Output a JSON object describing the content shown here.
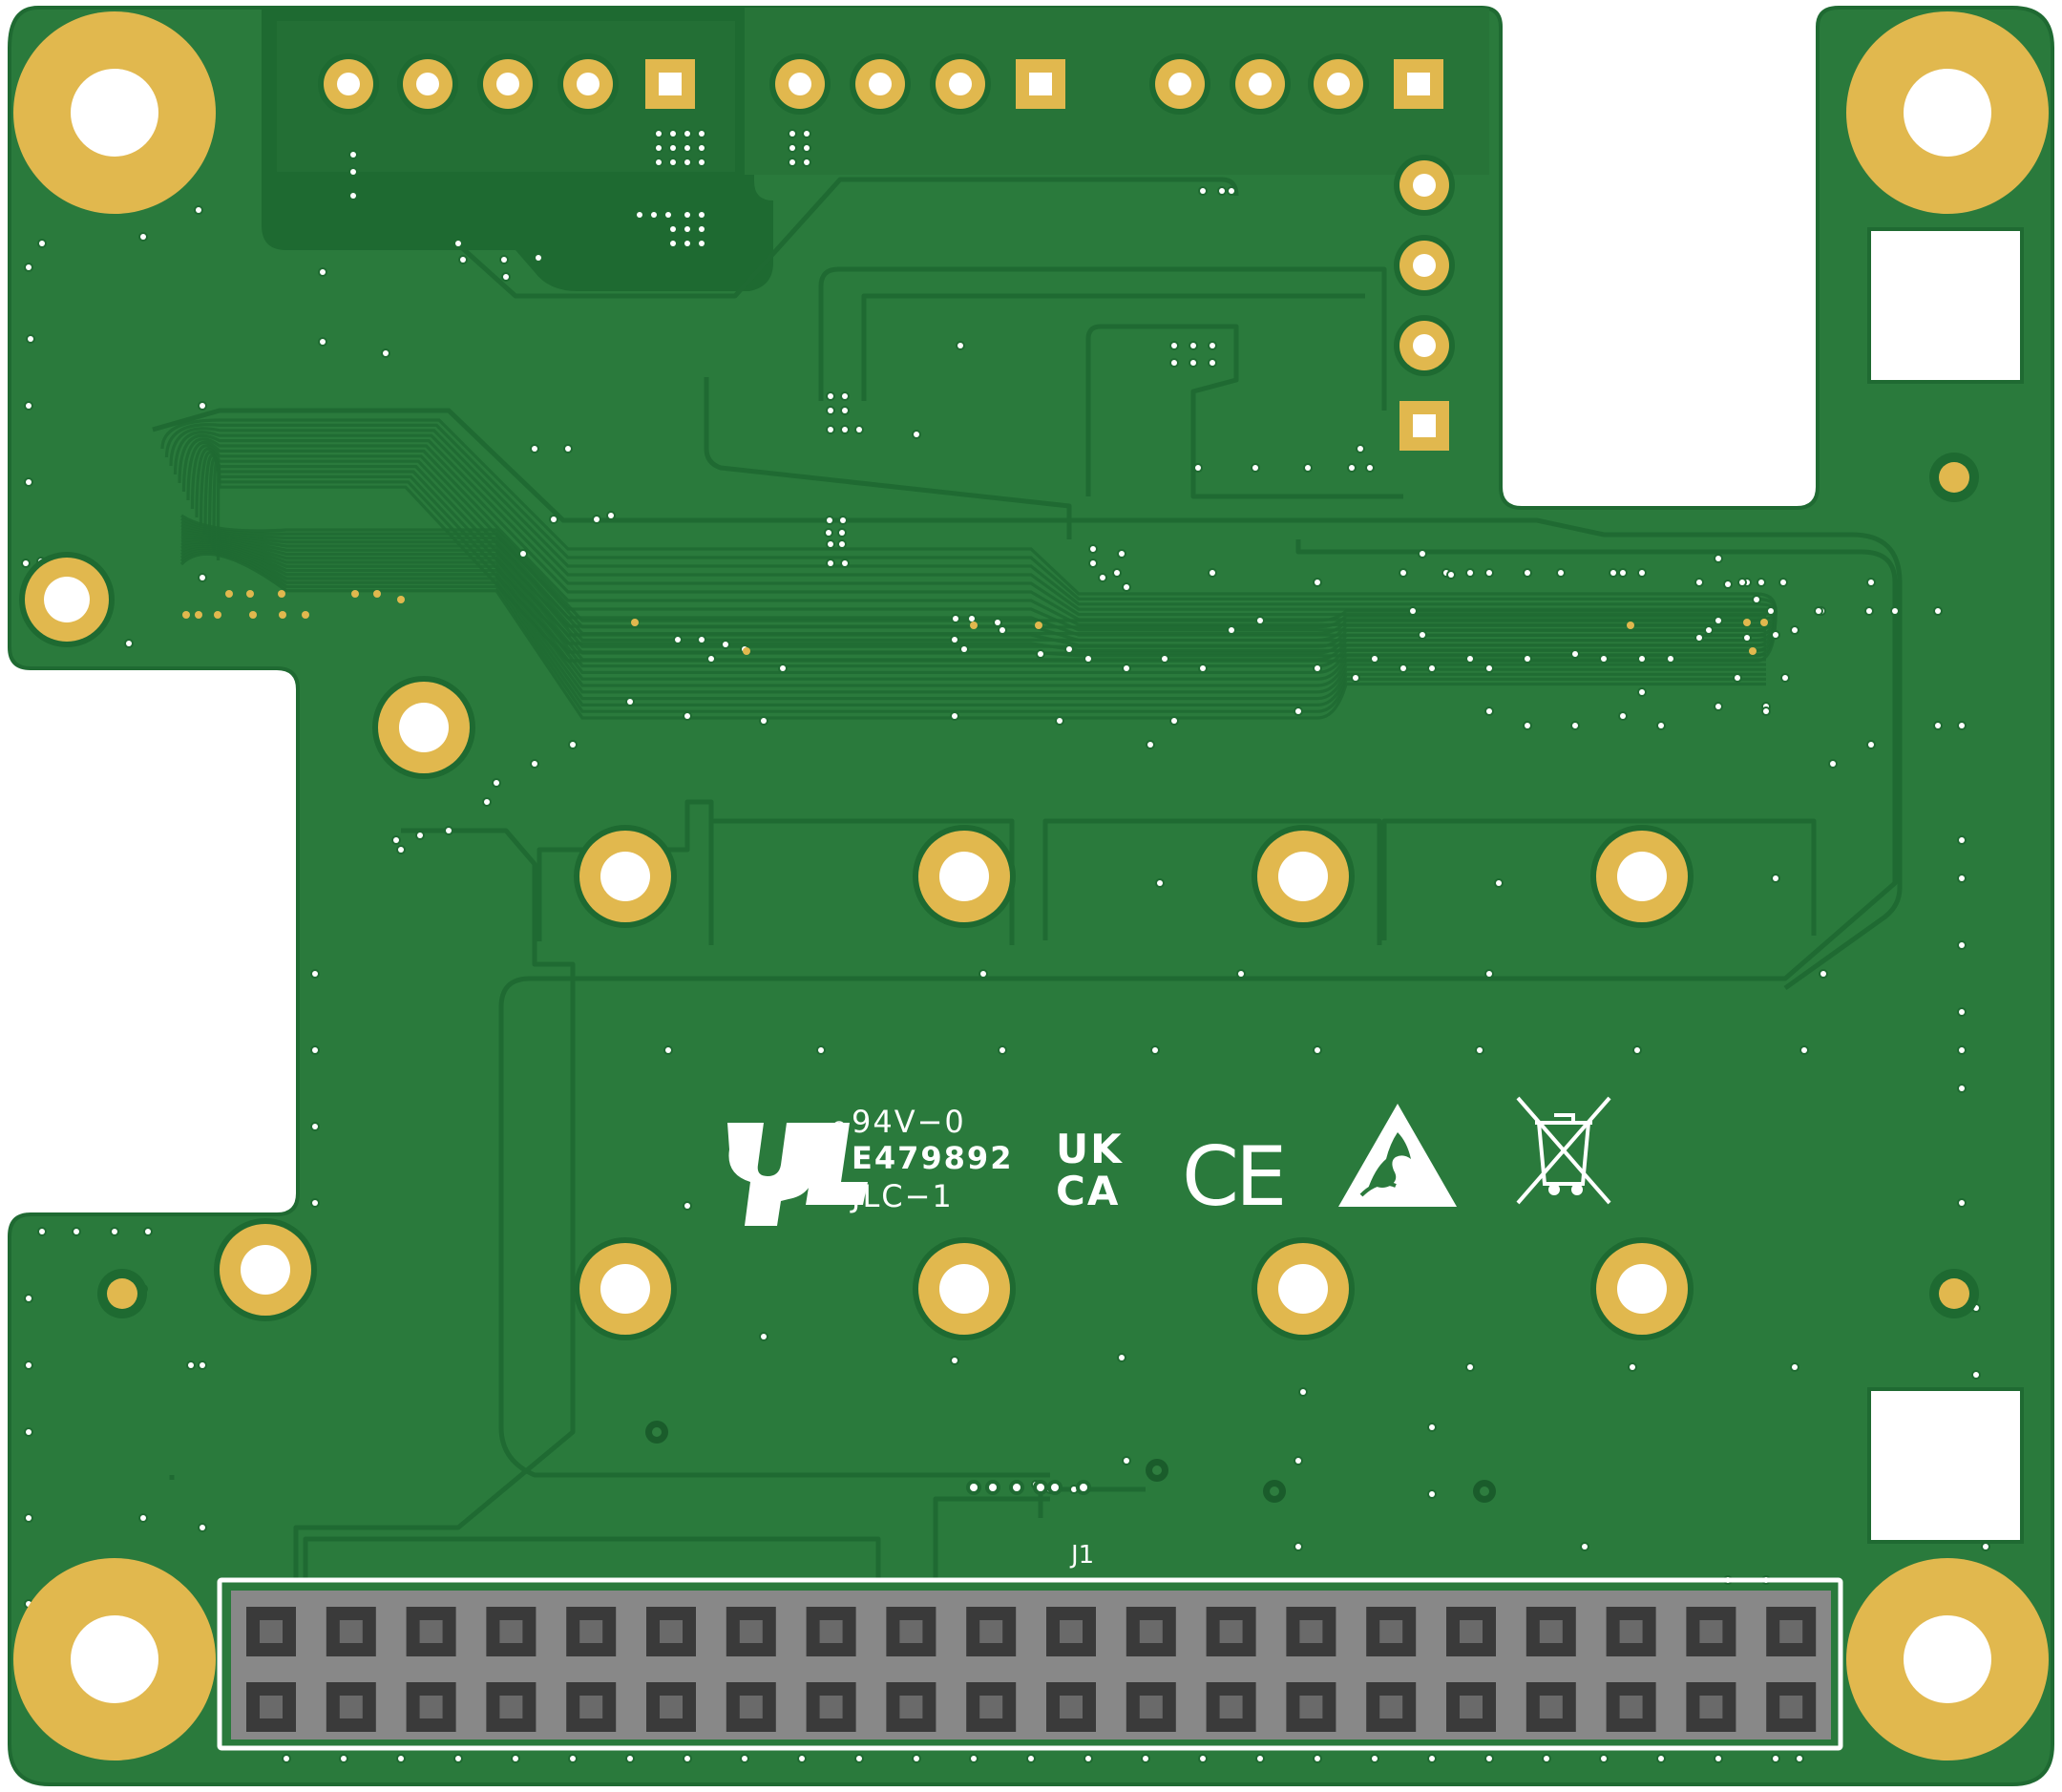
{
  "colors": {
    "background": "#ffffff",
    "board": "#2a7a3c",
    "board_edge": "#1f6a32",
    "copper_pour_dark": "#1e6a31",
    "trace": "#1f6a32",
    "pad_gold": "#e1b84e",
    "silkscreen": "#ffffff",
    "header_body": "#888888",
    "header_pin": "#3a3a3a"
  },
  "markings": {
    "flammability": "94V−0",
    "ul_number": "E479892",
    "manufacturer": "JLC−1",
    "ukca_line1": "UK",
    "ukca_line2": "CA",
    "ce": "CE",
    "header_ref": "J1"
  },
  "icons": [
    "ul-recognized-icon",
    "ukca-mark-icon",
    "ce-mark-icon",
    "esd-warning-icon",
    "weee-bin-icon"
  ],
  "header": {
    "rows": 2,
    "columns": 20
  }
}
